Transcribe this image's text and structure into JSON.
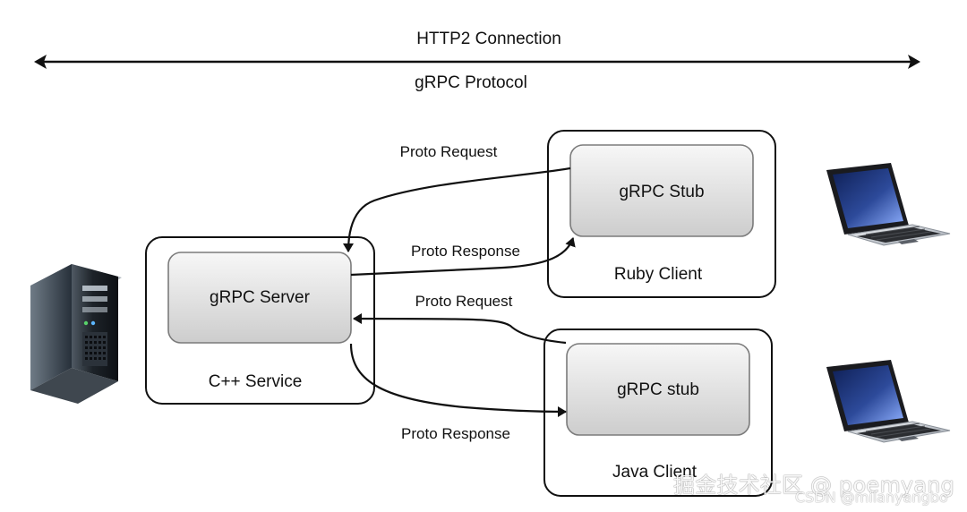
{
  "top": {
    "connection_label": "HTTP2 Connection",
    "protocol_label": "gRPC Protocol"
  },
  "server": {
    "inner_label": "gRPC Server",
    "service_label": "C++ Service"
  },
  "ruby": {
    "stub_label": "gRPC Stub",
    "client_label": "Ruby Client",
    "request_label": "Proto Request",
    "response_label": "Proto Response"
  },
  "java": {
    "stub_label": "gRPC stub",
    "client_label": "Java Client",
    "request_label": "Proto Request",
    "response_label": "Proto Response"
  },
  "watermark": {
    "main": "掘金技术社区 @ poemyang",
    "sub": "CSDN @milanyangbo"
  },
  "icons": {
    "server": "server-icon",
    "laptop": "laptop-icon"
  },
  "colors": {
    "line": "#111111",
    "box_fill_top": "#f5f5f5",
    "box_fill_bottom": "#cfcfcf",
    "box_stroke": "#777777"
  }
}
